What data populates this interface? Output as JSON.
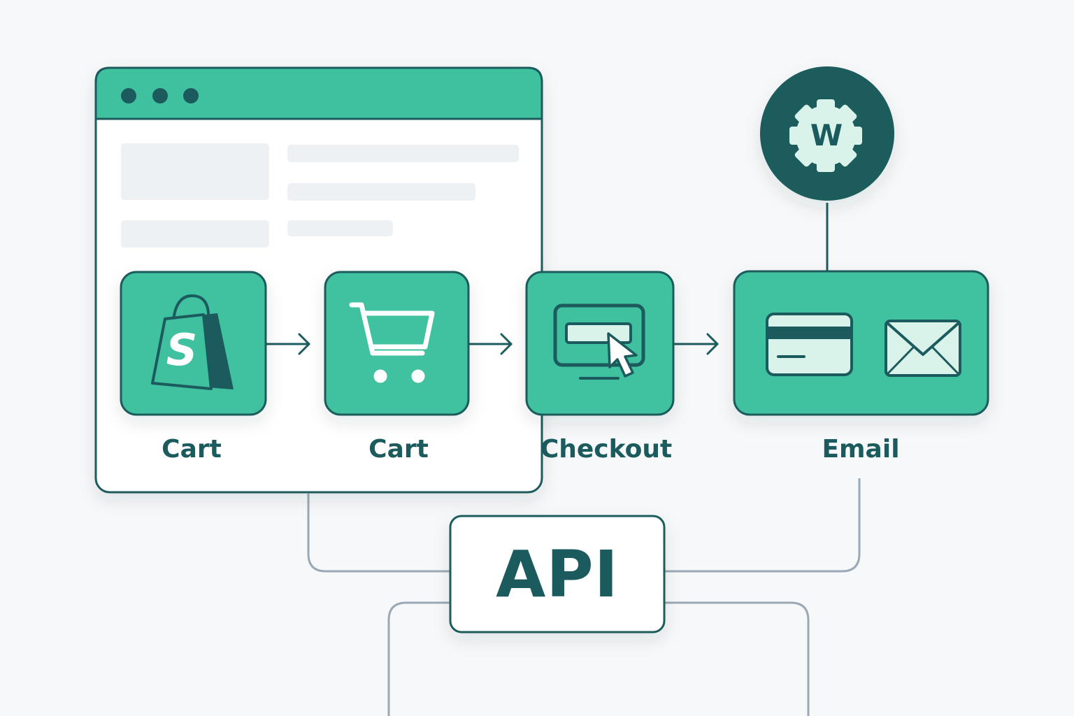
{
  "steps": [
    {
      "label": "Cart",
      "icon": "shopping-bag-icon"
    },
    {
      "label": "Cart",
      "icon": "shopping-cart-icon"
    },
    {
      "label": "Checkout",
      "icon": "checkout-screen-icon"
    },
    {
      "label": "Email",
      "icons": [
        "credit-card-icon",
        "envelope-icon"
      ]
    }
  ],
  "bag_letter": "S",
  "workflow_badge": {
    "letter": "W",
    "icon": "gear-icon"
  },
  "api_label": "API",
  "colors": {
    "accent": "#3fc19f",
    "dark": "#1c5b5d",
    "light_fill": "#d9f2ea",
    "connector": "#9aa9b5",
    "background": "#f7f8f9",
    "placeholder": "#eef1f3"
  }
}
